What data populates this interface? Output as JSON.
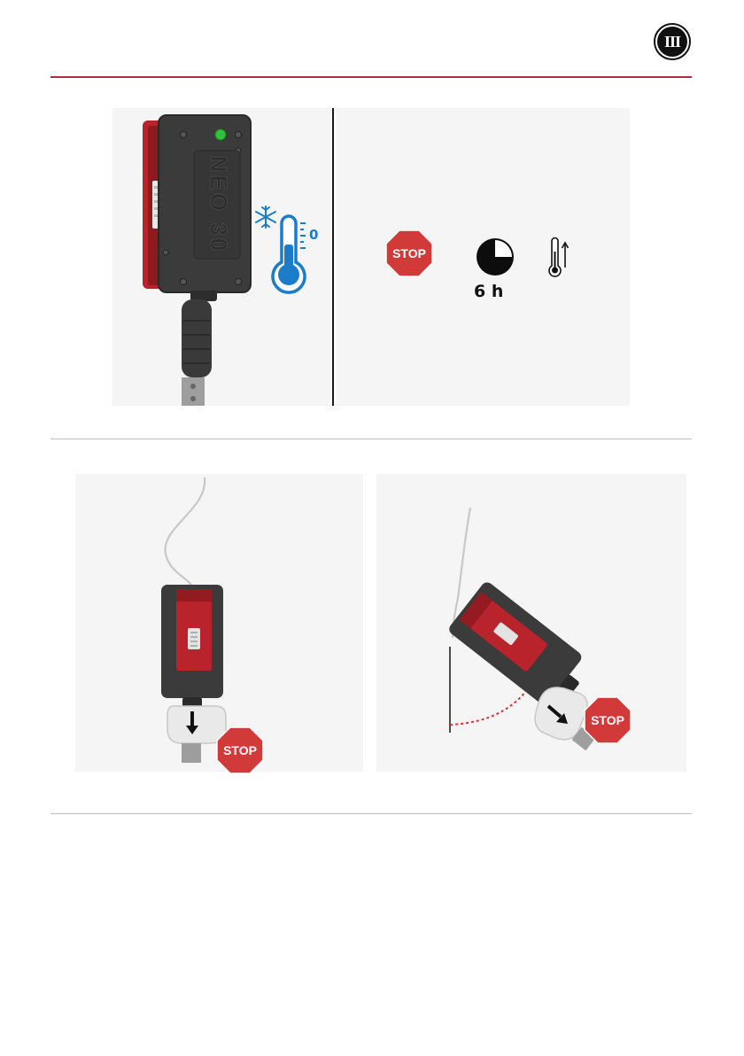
{
  "header": {
    "section_badge": "III",
    "accent_color": "#b0303a"
  },
  "top_left_panel": {
    "device_label": "NEO 30",
    "cold_temperature_icon": "snowflake-thermometer-icon",
    "temperature_value": "0"
  },
  "top_right_panel": {
    "stop_sign": "STOP",
    "clock_icon": "clock-quarter-icon",
    "wait_time": "6 h",
    "warm_icon": "thermometer-rising-icon"
  },
  "bottom_left_panel": {
    "stop_sign": "STOP",
    "hand_icon": "gloved-hand-pull-down-icon"
  },
  "bottom_right_panel": {
    "stop_sign": "STOP",
    "hand_icon": "gloved-hand-pull-angle-icon"
  },
  "colors": {
    "device_body": "#3b3b3b",
    "device_red": "#b8232c",
    "stop_red": "#d23a3a",
    "cold_blue": "#1b7dc9",
    "led_green": "#2fc23a"
  }
}
